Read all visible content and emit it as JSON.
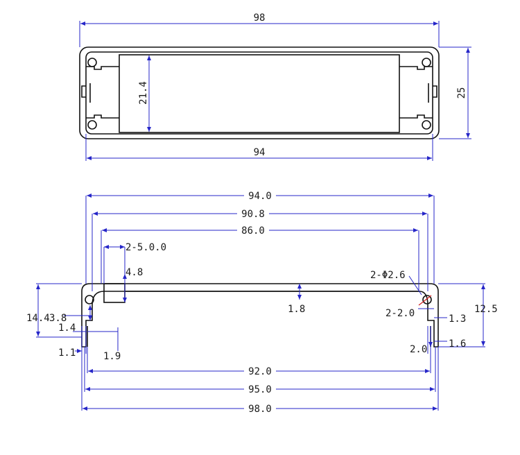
{
  "colors": {
    "dimension": "#2626c8",
    "outline": "#111111",
    "highlight": "#d02020"
  },
  "top_view": {
    "width_label": "98",
    "height_label": "25",
    "inner_height_label": "21.4",
    "bottom_width_label": "94"
  },
  "section_view": {
    "labels": {
      "w940": "94.0",
      "w908": "90.8",
      "w860": "86.0",
      "slot": "2-5.0.0",
      "slot_depth": "4.8",
      "wall": "1.8",
      "hole": "2-Φ2.6",
      "groove": "2-2.0",
      "h125": "12.5",
      "h144": "14.4",
      "h38": "3.8",
      "d14": "1.4",
      "d11": "1.1",
      "d19": "1.9",
      "d13": "1.3",
      "d20": "2.0",
      "d16": "1.6",
      "w920": "92.0",
      "w950": "95.0",
      "w980": "98.0"
    }
  }
}
